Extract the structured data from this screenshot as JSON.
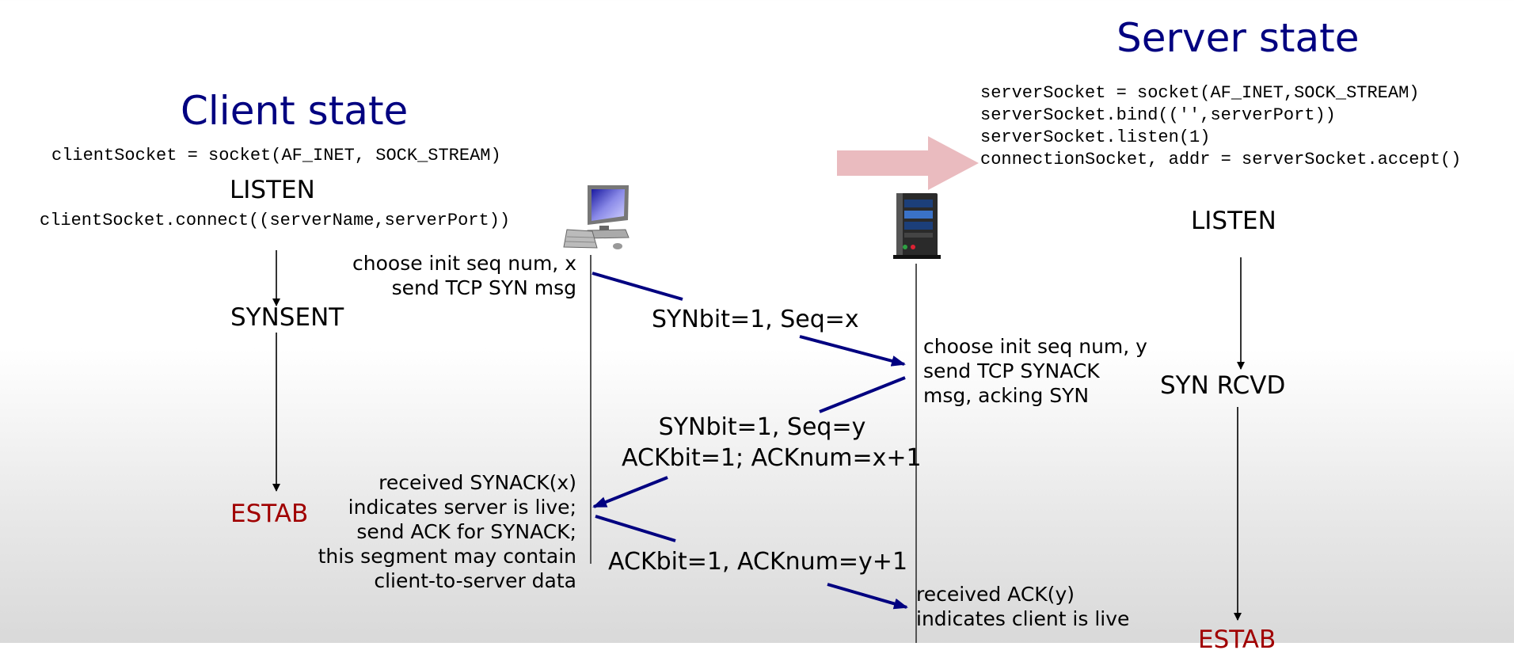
{
  "titles": {
    "client": "Client state",
    "server": "Server state"
  },
  "client": {
    "socket_code": "clientSocket = socket(AF_INET, SOCK_STREAM)",
    "connect_code": "clientSocket.connect((serverName,serverPort))",
    "states": [
      "LISTEN",
      "SYNSENT",
      "ESTAB"
    ],
    "notes": {
      "syn": [
        "choose init seq num, x",
        "send TCP SYN msg"
      ],
      "synack_received": [
        "received SYNACK(x)",
        "indicates server is live;",
        "send ACK for SYNACK;",
        "this segment may contain",
        "client-to-server data"
      ]
    }
  },
  "server": {
    "code_lines": [
      "serverSocket = socket(AF_INET,SOCK_STREAM)",
      "serverSocket.bind(('',serverPort))",
      "serverSocket.listen(1)",
      "connectionSocket, addr = serverSocket.accept()"
    ],
    "states": [
      "LISTEN",
      "SYN RCVD",
      "ESTAB"
    ],
    "notes": {
      "synack": [
        "choose init seq num, y",
        "send TCP SYNACK",
        "msg, acking SYN"
      ],
      "ack_received": [
        "received ACK(y)",
        "indicates client is live"
      ]
    }
  },
  "messages": {
    "syn": "SYNbit=1, Seq=x",
    "synack": [
      "SYNbit=1, Seq=y",
      "ACKbit=1; ACKnum=x+1"
    ],
    "ack": "ACKbit=1, ACKnum=y+1"
  },
  "icons": {
    "client": "desktop-computer-icon",
    "server": "server-tower-icon",
    "pointer": "pink-arrow-icon"
  },
  "colors": {
    "title": "#000080",
    "arrow": "#000080",
    "estab": "#a00000",
    "pointer_arrow": "#e8b4b8"
  }
}
